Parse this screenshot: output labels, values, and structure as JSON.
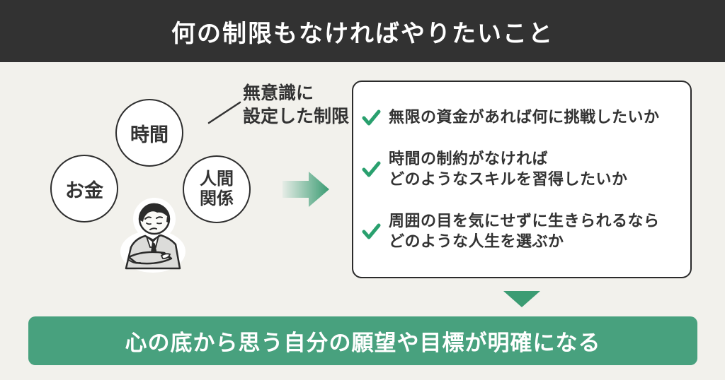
{
  "header": {
    "title": "何の制限もなければやりたいこと"
  },
  "constraints": {
    "circles": [
      {
        "id": "money",
        "label": "お金"
      },
      {
        "id": "time",
        "label": "時間"
      },
      {
        "id": "relationships",
        "line1": "人間",
        "line2": "関係"
      }
    ],
    "annotation": {
      "line1": "無意識に",
      "line2": "設定した制限"
    }
  },
  "questions": {
    "items": [
      {
        "line1": "無限の資金があれば何に挑戦したいか",
        "line2": ""
      },
      {
        "line1": "時間の制約がなければ",
        "line2": "どのようなスキルを習得したいか"
      },
      {
        "line1": "周囲の目を気にせずに生きられるなら",
        "line2": "どのような人生を選ぶか"
      }
    ]
  },
  "conclusion": {
    "text": "心の底から思う自分の願望や目標が明確になる"
  },
  "colors": {
    "header_dark": "#323232",
    "background": "#f2f1ec",
    "green_arrow": "#3b9c73",
    "check_green": "#29a06e",
    "banner_green": "#48a17e"
  }
}
